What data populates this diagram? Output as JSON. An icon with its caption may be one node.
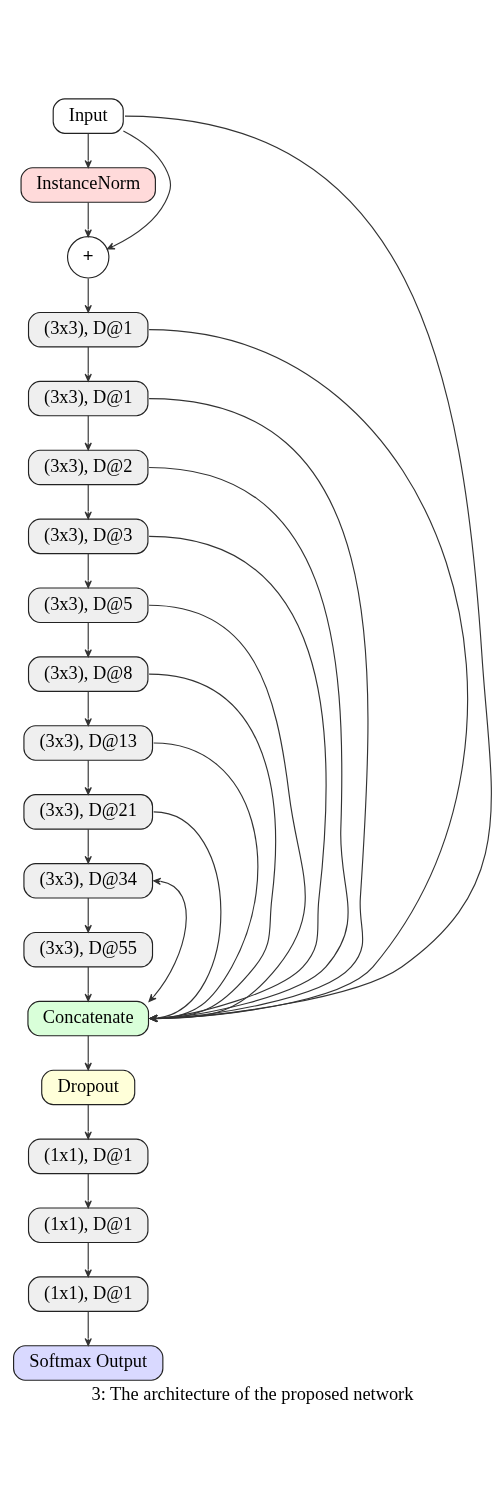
{
  "diagram": {
    "caption": "3: The architecture of the proposed network",
    "nodes": [
      {
        "text": [
          "Input"
        ]
      },
      {
        "text": [
          "InstanceNorm"
        ]
      },
      {
        "text": [
          "+"
        ]
      },
      {
        "text": [
          "(3x3), D@1"
        ]
      },
      {
        "text": [
          "(3x3), D@1"
        ]
      },
      {
        "text": [
          "(3x3), D@2"
        ]
      },
      {
        "text": [
          "(3x3), D@3"
        ]
      },
      {
        "text": [
          "(3x3), D@5"
        ]
      },
      {
        "text": [
          "(3x3), D@8"
        ]
      },
      {
        "text": [
          "(3x3), D@13"
        ]
      },
      {
        "text": [
          "(3x3), D@21"
        ]
      },
      {
        "text": [
          "(3x3), D@34"
        ]
      },
      {
        "text": [
          "(3x3), D@55"
        ]
      },
      {
        "text": [
          "Concatenate"
        ]
      },
      {
        "text": [
          "Dropout"
        ]
      },
      {
        "text": [
          "(1x1), D@1"
        ]
      },
      {
        "text": [
          "(1x1), D@1"
        ]
      },
      {
        "text": [
          "(1x1), D@1"
        ]
      },
      {
        "text": [
          "Softmax Output"
        ]
      }
    ],
    "edges": [
      {
        "from": 0,
        "to": 1,
        "arrow": "to"
      },
      {
        "from": 1,
        "to": 2,
        "arrow": "to"
      },
      {
        "from": 0,
        "to": 2,
        "arrow": "to"
      },
      {
        "from": 0,
        "to": 13,
        "arrow": "to"
      },
      {
        "from": 2,
        "to": 3,
        "arrow": "to"
      },
      {
        "from": 3,
        "to": 4,
        "arrow": "to"
      },
      {
        "from": 4,
        "to": 5,
        "arrow": "to"
      },
      {
        "from": 5,
        "to": 6,
        "arrow": "to"
      },
      {
        "from": 6,
        "to": 7,
        "arrow": "to"
      },
      {
        "from": 7,
        "to": 8,
        "arrow": "to"
      },
      {
        "from": 8,
        "to": 9,
        "arrow": "to"
      },
      {
        "from": 9,
        "to": 10,
        "arrow": "to"
      },
      {
        "from": 10,
        "to": 11,
        "arrow": "to"
      },
      {
        "from": 11,
        "to": 12,
        "arrow": "to"
      },
      {
        "from": 12,
        "to": 13,
        "arrow": "to"
      },
      {
        "from": 3,
        "to": 13,
        "arrow": "to"
      },
      {
        "from": 4,
        "to": 13,
        "arrow": "to"
      },
      {
        "from": 5,
        "to": 13,
        "arrow": "to"
      },
      {
        "from": 6,
        "to": 13,
        "arrow": "to"
      },
      {
        "from": 7,
        "to": 13,
        "arrow": "to"
      },
      {
        "from": 8,
        "to": 13,
        "arrow": "to"
      },
      {
        "from": 9,
        "to": 13,
        "arrow": "to"
      },
      {
        "from": 10,
        "to": 13,
        "arrow": "to"
      },
      {
        "from": 11,
        "to": 13,
        "arrow": "both"
      },
      {
        "from": 13,
        "to": 14,
        "arrow": "to"
      },
      {
        "from": 14,
        "to": 15,
        "arrow": "to"
      },
      {
        "from": 15,
        "to": 16,
        "arrow": "to"
      },
      {
        "from": 16,
        "to": 17,
        "arrow": "to"
      },
      {
        "from": 17,
        "to": 18,
        "arrow": "to"
      }
    ]
  }
}
